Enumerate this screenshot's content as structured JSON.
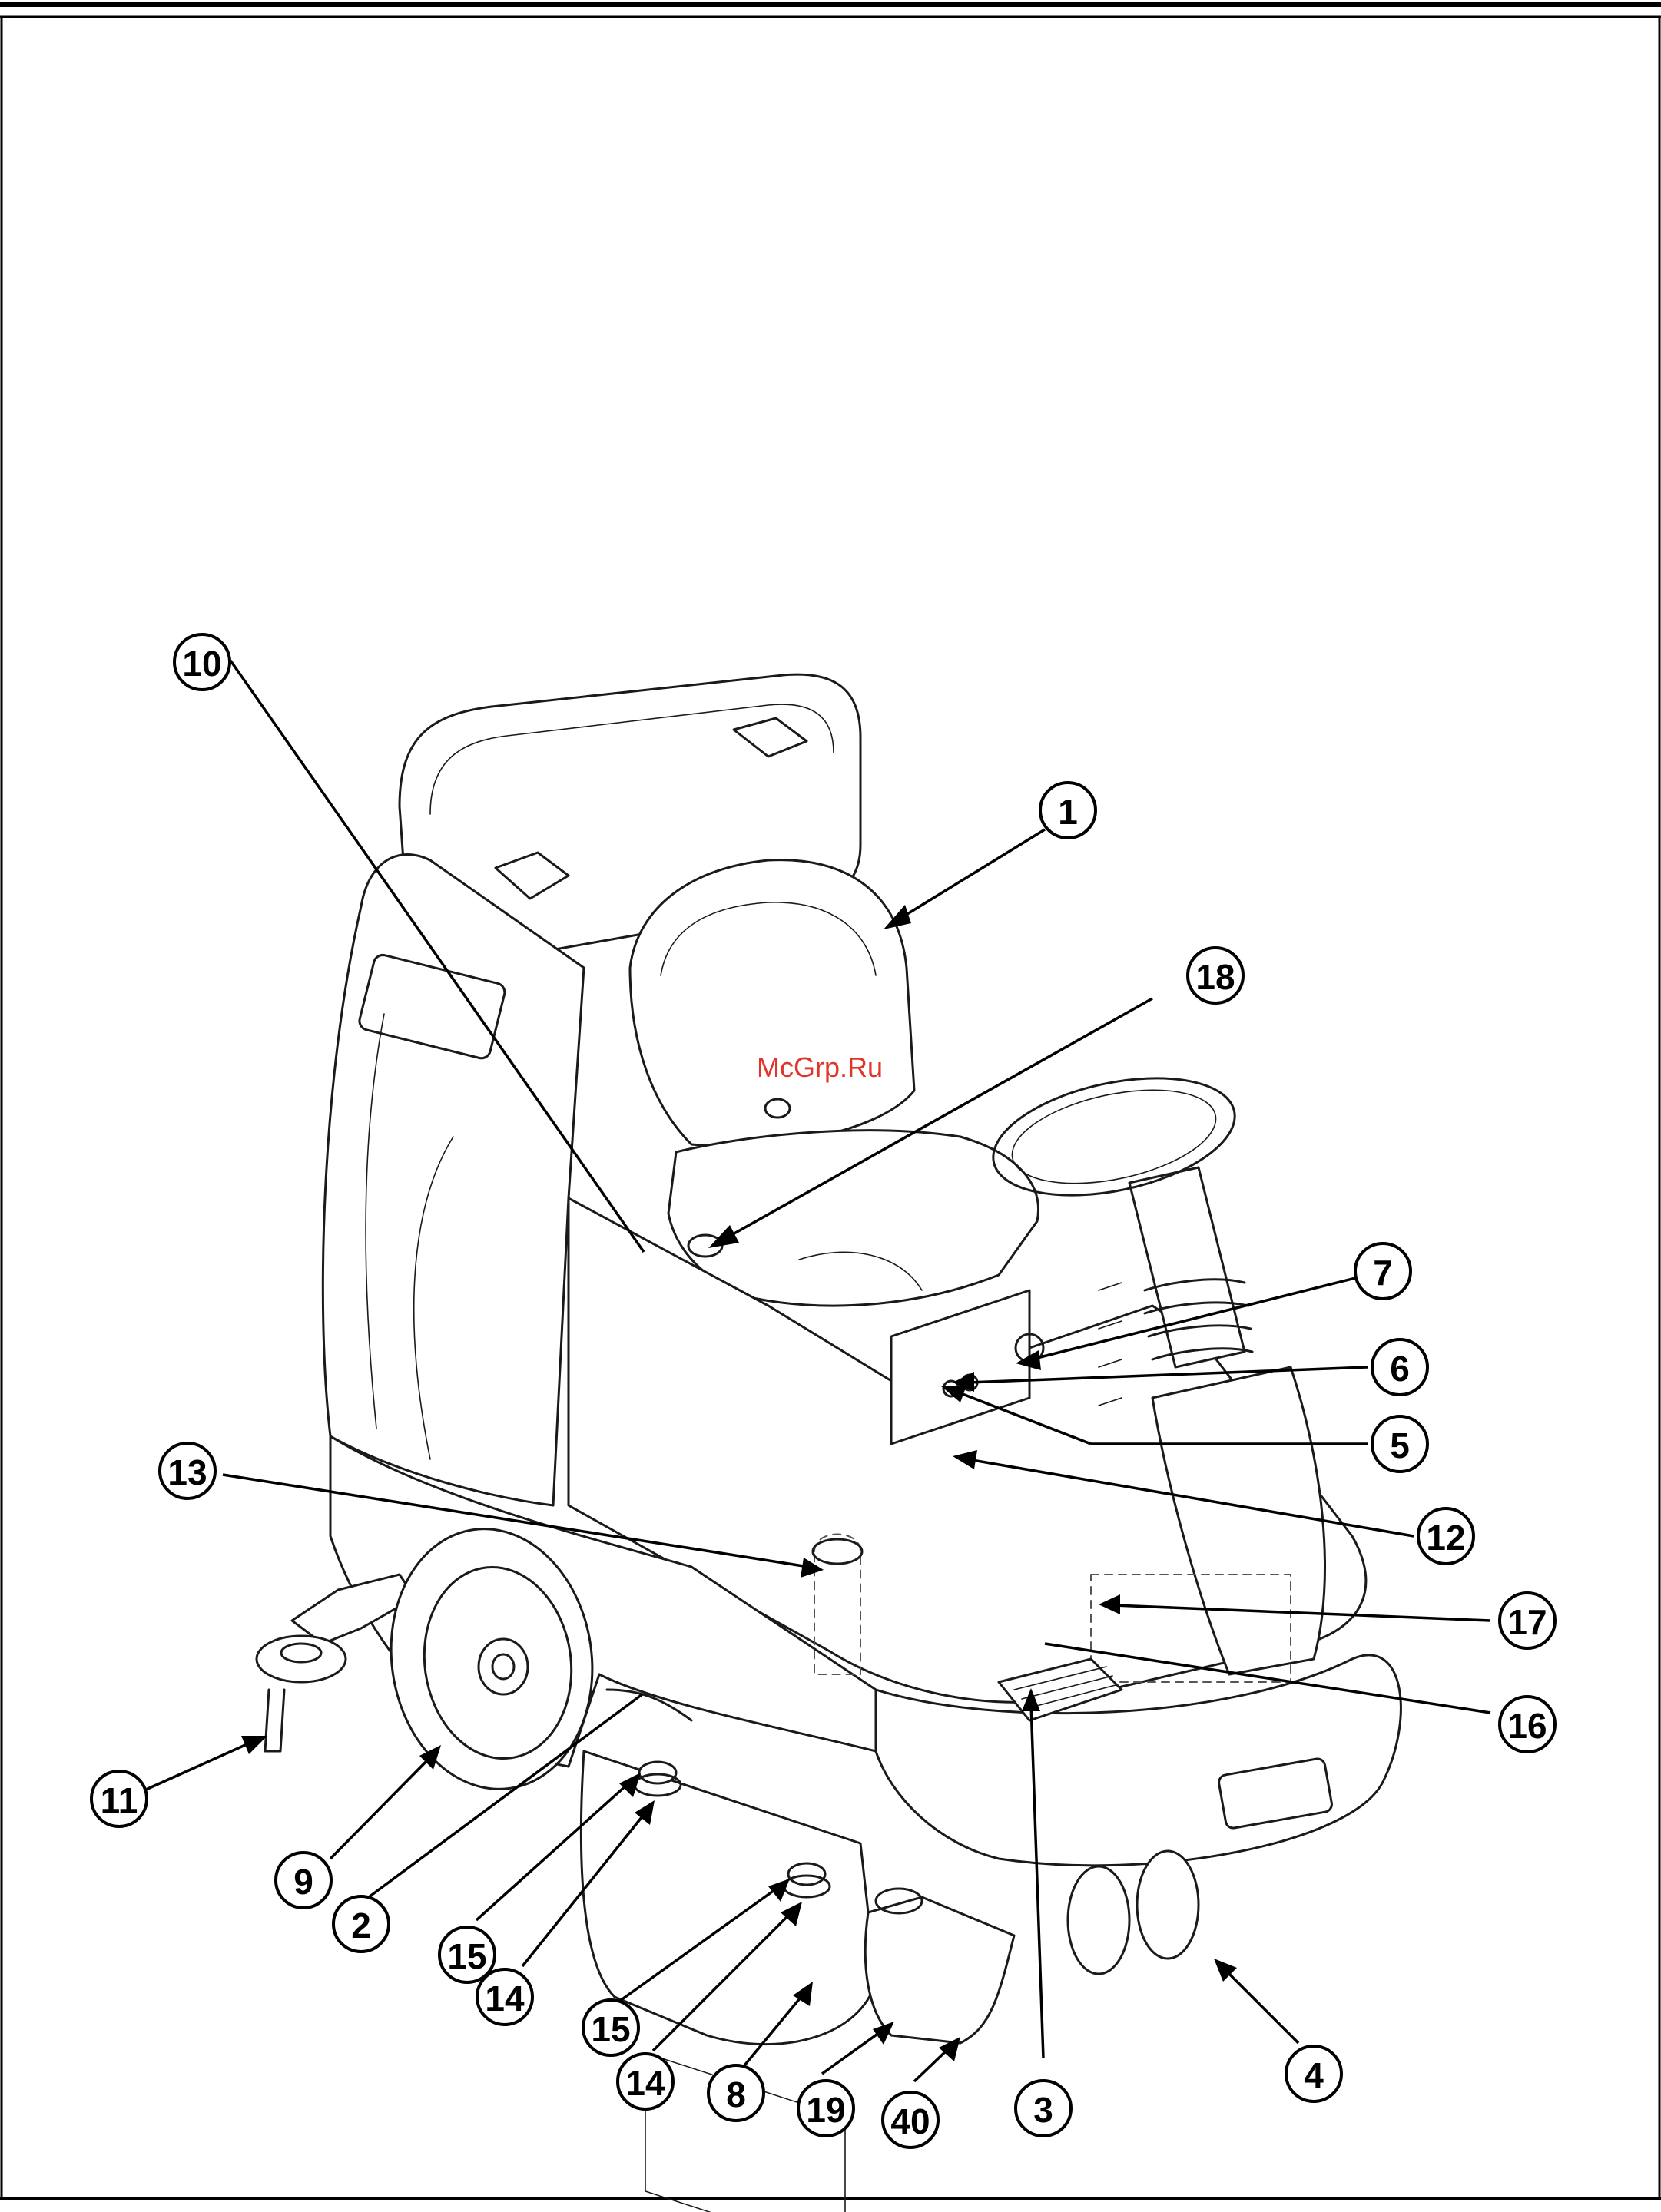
{
  "watermark": "McGrp.Ru",
  "callouts": [
    {
      "id": "c1",
      "label": "1"
    },
    {
      "id": "c18",
      "label": "18"
    },
    {
      "id": "c10",
      "label": "10"
    },
    {
      "id": "c7",
      "label": "7"
    },
    {
      "id": "c6",
      "label": "6"
    },
    {
      "id": "c5",
      "label": "5"
    },
    {
      "id": "c13",
      "label": "13"
    },
    {
      "id": "c12",
      "label": "12"
    },
    {
      "id": "c17",
      "label": "17"
    },
    {
      "id": "c16",
      "label": "16"
    },
    {
      "id": "c11",
      "label": "11"
    },
    {
      "id": "c9",
      "label": "9"
    },
    {
      "id": "c2",
      "label": "2"
    },
    {
      "id": "c15a",
      "label": "15"
    },
    {
      "id": "c14a",
      "label": "14"
    },
    {
      "id": "c15b",
      "label": "15"
    },
    {
      "id": "c14b",
      "label": "14"
    },
    {
      "id": "c8",
      "label": "8"
    },
    {
      "id": "c19",
      "label": "19"
    },
    {
      "id": "c40",
      "label": "40"
    },
    {
      "id": "c3",
      "label": "3"
    },
    {
      "id": "c4",
      "label": "4"
    }
  ]
}
